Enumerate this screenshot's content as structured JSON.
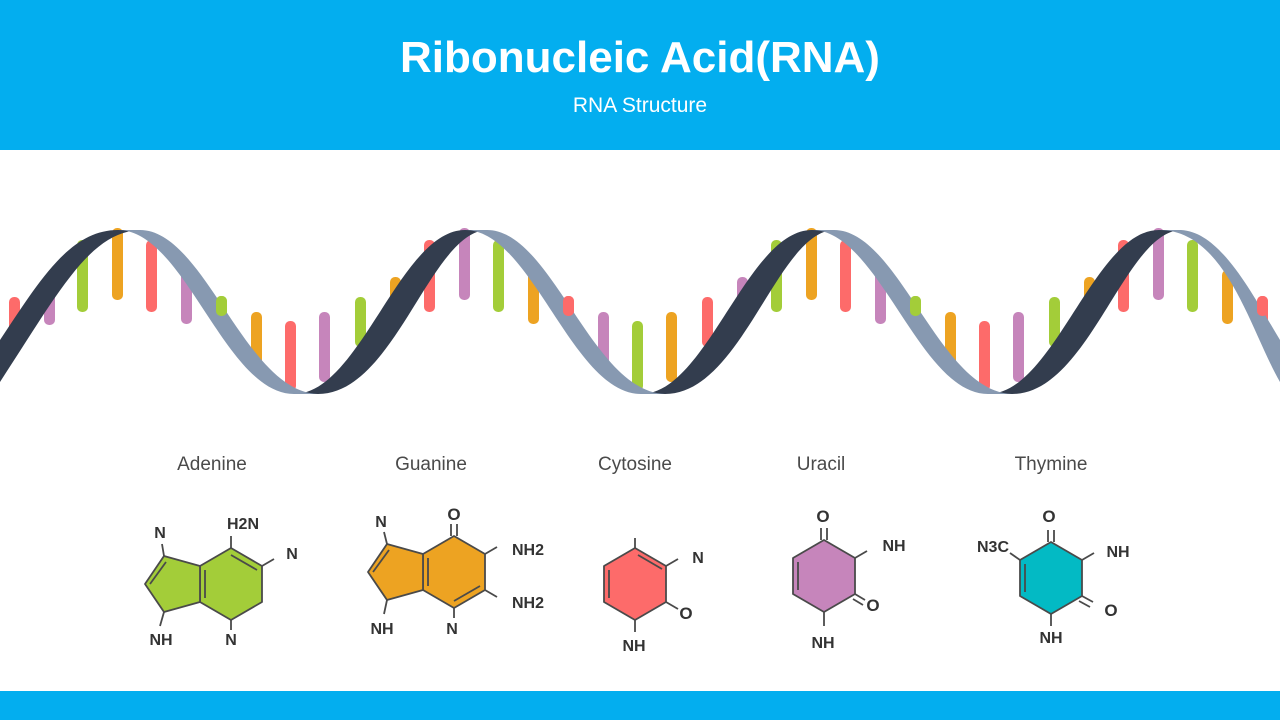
{
  "header": {
    "title": "Ribonucleic Acid(RNA)",
    "subtitle": "RNA Structure"
  },
  "colors": {
    "header_bg": "#03aeef",
    "strand_dark": "#333d4e",
    "strand_light": "#8799b1",
    "adenine": "#a3cd39",
    "guanine": "#eda322",
    "cytosine": "#fd6b6a",
    "uracil": "#c685bb",
    "thymine": "#03bac4"
  },
  "bases": [
    {
      "name": "Adenine",
      "atoms": [
        "N",
        "H2N",
        "N",
        "NH",
        "N"
      ]
    },
    {
      "name": "Guanine",
      "atoms": [
        "N",
        "O",
        "NH2",
        "NH2",
        "NH",
        "N"
      ]
    },
    {
      "name": "Cytosine",
      "atoms": [
        "N",
        "O",
        "NH"
      ]
    },
    {
      "name": "Uracil",
      "atoms": [
        "O",
        "NH",
        "O",
        "NH"
      ]
    },
    {
      "name": "Thymine",
      "atoms": [
        "O",
        "N3C",
        "NH",
        "O",
        "NH"
      ]
    }
  ]
}
